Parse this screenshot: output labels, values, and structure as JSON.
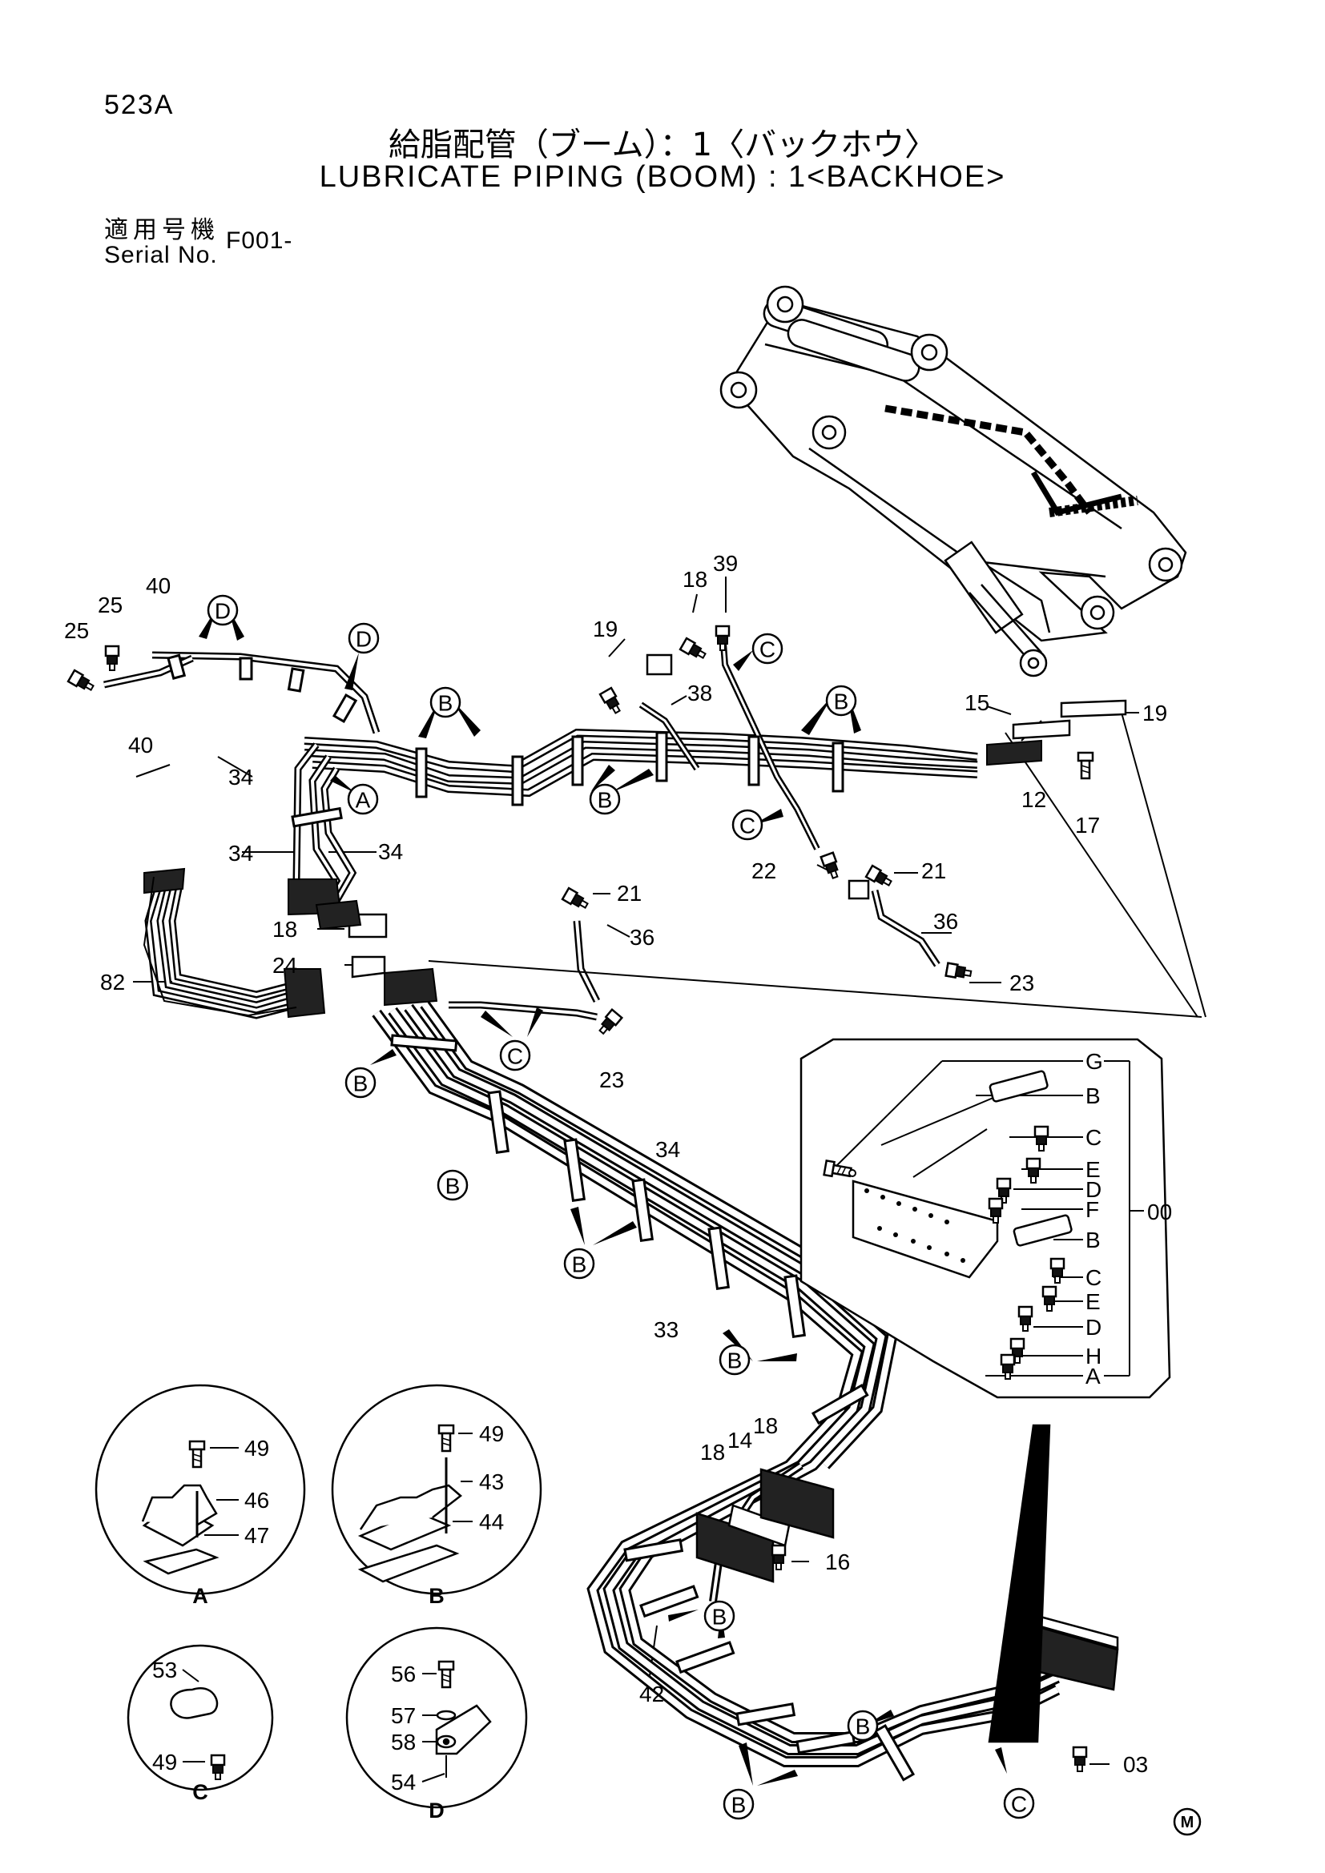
{
  "header": {
    "page_number": "523A",
    "title_jp": "給脂配管（ブーム）：1〈バックホウ〉",
    "title_en": "LUBRICATE PIPING (BOOM) : 1<BACKHOE>",
    "serial_label_jp": "適用号機",
    "serial_label_en": "Serial No.",
    "serial_value": "F001-"
  },
  "callouts": {
    "a": "A",
    "b": "B",
    "c": "C",
    "d": "D"
  },
  "part_labels": {
    "p03": "03",
    "p12": "12",
    "p14": "14",
    "p15": "15",
    "p16": "16",
    "p17": "17",
    "p18": "18",
    "p19": "19",
    "p21": "21",
    "p22": "22",
    "p23": "23",
    "p24": "24",
    "p25": "25",
    "p33": "33",
    "p34": "34",
    "p36": "36",
    "p38": "38",
    "p39": "39",
    "p40": "40",
    "p42": "42",
    "p43": "43",
    "p44": "44",
    "p46": "46",
    "p47": "47",
    "p49": "49",
    "p53": "53",
    "p54": "54",
    "p56": "56",
    "p57": "57",
    "p58": "58",
    "p82": "82",
    "p00": "00"
  },
  "detail_letters": {
    "g": "G",
    "b": "B",
    "c": "C",
    "e": "E",
    "d": "D",
    "f": "F",
    "h": "H",
    "a": "A"
  },
  "detail_captions": {
    "a": "A",
    "b": "B",
    "c": "C",
    "d": "D"
  },
  "mark": "M"
}
